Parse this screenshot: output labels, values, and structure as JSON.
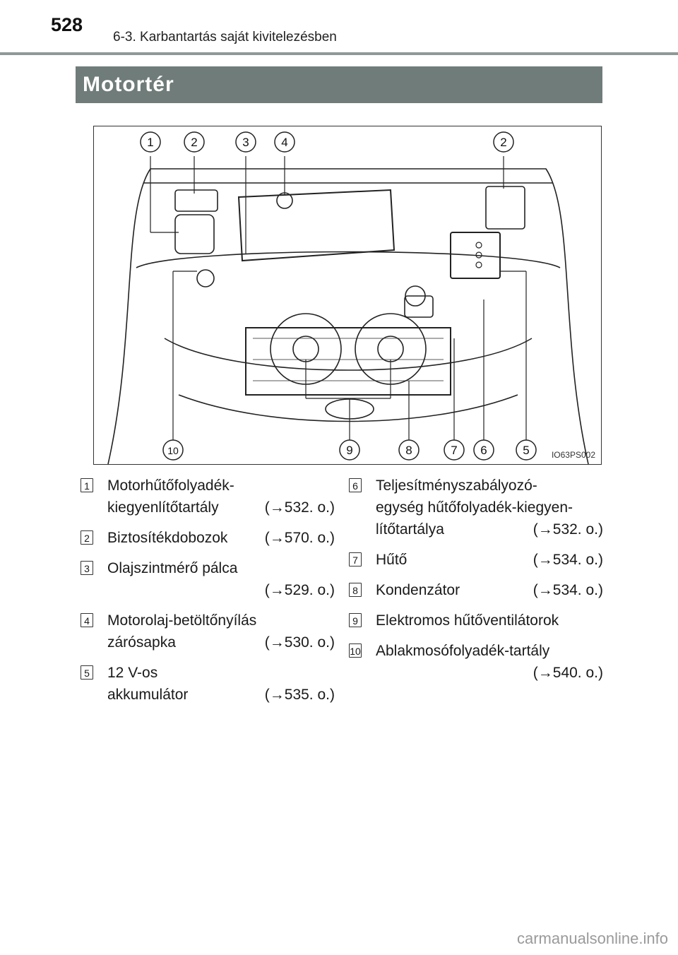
{
  "header": {
    "page_number": "528",
    "section": "6-3. Karbantartás saját kivitelezésben"
  },
  "title": "Motortér",
  "figure": {
    "code": "IO63PS002",
    "callouts": [
      "1",
      "2",
      "3",
      "4",
      "2",
      "10",
      "9",
      "8",
      "7",
      "6",
      "5"
    ]
  },
  "items_left": [
    {
      "num": "1",
      "lines": [
        "Motorhűtőfolyadék-",
        "kiegyenlítőtartály"
      ],
      "ref": "(→532. o.)"
    },
    {
      "num": "2",
      "lines": [
        "Biztosítékdobozok"
      ],
      "ref": "(→570. o.)"
    },
    {
      "num": "3",
      "lines": [
        "Olajszintmérő pálca"
      ],
      "ref": "(→529. o.)"
    },
    {
      "num": "4",
      "lines": [
        "Motorolaj-betöltőnyílás",
        "zárósapka"
      ],
      "ref": "(→530. o.)"
    },
    {
      "num": "5",
      "lines": [
        "12 V-os",
        "akkumulátor"
      ],
      "ref": "(→535. o.)"
    }
  ],
  "items_right": [
    {
      "num": "6",
      "lines": [
        "Teljesítményszabályozó-",
        "egység hűtőfolyadék-kiegyen-",
        "lítőtartálya"
      ],
      "ref": "(→532. o.)"
    },
    {
      "num": "7",
      "lines": [
        "Hűtő"
      ],
      "ref": "(→534. o.)"
    },
    {
      "num": "8",
      "lines": [
        "Kondenzátor"
      ],
      "ref": "(→534. o.)"
    },
    {
      "num": "9",
      "lines": [
        "Elektromos hűtőventilátorok"
      ],
      "ref": ""
    },
    {
      "num": "10",
      "lines": [
        "Ablakmosófolyadék-tartály"
      ],
      "ref": "(→540. o.)"
    }
  ],
  "watermark": "carmanualsonline.info"
}
